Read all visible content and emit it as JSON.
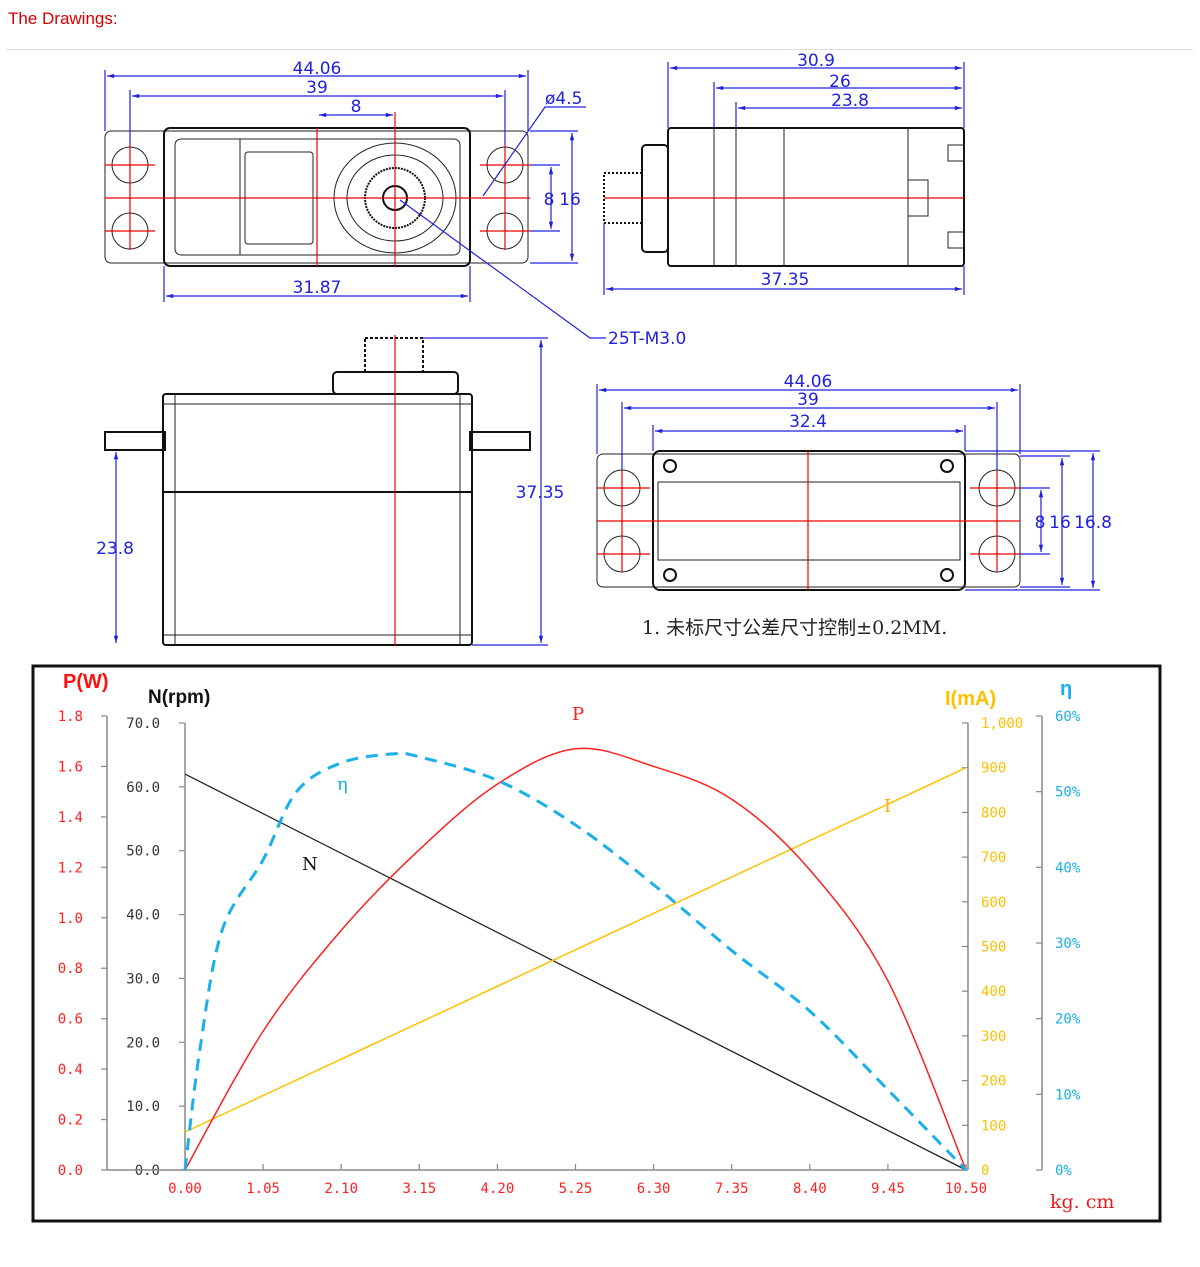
{
  "header": {
    "title": "The Drawings:"
  },
  "drawings": {
    "top_view": {
      "overall": "44.06",
      "hole_pitch": "39",
      "shaft_offset": "8",
      "hole_dia": "ø4.5",
      "hole_spacing": "8",
      "flange_width": "16",
      "body_length": "31.87",
      "spline": "25T-M3.0"
    },
    "side_view": {
      "d1": "30.9",
      "d2": "26",
      "d3": "23.8",
      "total_height": "37.35"
    },
    "front_view": {
      "total_height": "37.35",
      "flange_height": "23.8"
    },
    "bottom_view": {
      "overall": "44.06",
      "hole_pitch": "39",
      "body_length": "32.4",
      "hole_spacing": "8",
      "flange_width": "16",
      "body_width": "16.8"
    },
    "note": "1. 未标尺寸公差尺寸控制±0.2MM."
  },
  "chart_data": {
    "type": "line",
    "xlabel": "kg. cm",
    "x_ticks": [
      "0.00",
      "1.05",
      "2.10",
      "3.15",
      "4.20",
      "5.25",
      "6.30",
      "7.35",
      "8.40",
      "9.45",
      "10.50"
    ],
    "xlim": [
      0,
      10.5
    ],
    "axes": {
      "P": {
        "label": "P(W)",
        "ticks": [
          "0.0",
          "0.2",
          "0.4",
          "0.6",
          "0.8",
          "1.0",
          "1.2",
          "1.4",
          "1.6",
          "1.8"
        ],
        "ylim": [
          0,
          1.8
        ],
        "color": "#ff2020"
      },
      "N": {
        "label": "N(rpm)",
        "ticks": [
          "0.0",
          "10.0",
          "20.0",
          "30.0",
          "40.0",
          "50.0",
          "60.0",
          "70.0"
        ],
        "ylim": [
          0,
          70
        ],
        "color": "#222222"
      },
      "I": {
        "label": "I(mA)",
        "ticks": [
          "0",
          "100",
          "200",
          "300",
          "400",
          "500",
          "600",
          "700",
          "800",
          "900",
          "1,000"
        ],
        "ylim": [
          0,
          1000
        ],
        "color": "#ffc000"
      },
      "eta": {
        "label": "η",
        "ticks": [
          "0%",
          "10%",
          "20%",
          "30%",
          "40%",
          "50%",
          "60%"
        ],
        "ylim": [
          0,
          60
        ],
        "color": "#1ab0ea"
      }
    },
    "series": [
      {
        "name": "N",
        "label": "N",
        "axis": "N",
        "x": [
          0,
          10.5
        ],
        "values": [
          62,
          0
        ]
      },
      {
        "name": "I",
        "label": "I",
        "axis": "I",
        "x": [
          0,
          10.5
        ],
        "values": [
          85,
          900
        ]
      },
      {
        "name": "P",
        "label": "P",
        "axis": "P",
        "x": [
          0,
          1.05,
          2.1,
          3.15,
          4.2,
          5.25,
          6.3,
          7.35,
          8.4,
          9.45,
          10.5
        ],
        "values": [
          0,
          0.55,
          0.95,
          1.27,
          1.53,
          1.67,
          1.6,
          1.47,
          1.19,
          0.75,
          0
        ]
      },
      {
        "name": "eta",
        "label": "η",
        "axis": "eta",
        "x": [
          0,
          0.2,
          0.5,
          1.05,
          1.5,
          2.1,
          2.8,
          3.15,
          4.2,
          5.25,
          6.3,
          7.35,
          8.4,
          9.45,
          10.5
        ],
        "values": [
          0,
          15.9,
          31.7,
          41,
          50,
          53.8,
          55,
          54.6,
          51.5,
          45.6,
          37.7,
          29,
          21,
          10.6,
          0
        ]
      }
    ]
  }
}
